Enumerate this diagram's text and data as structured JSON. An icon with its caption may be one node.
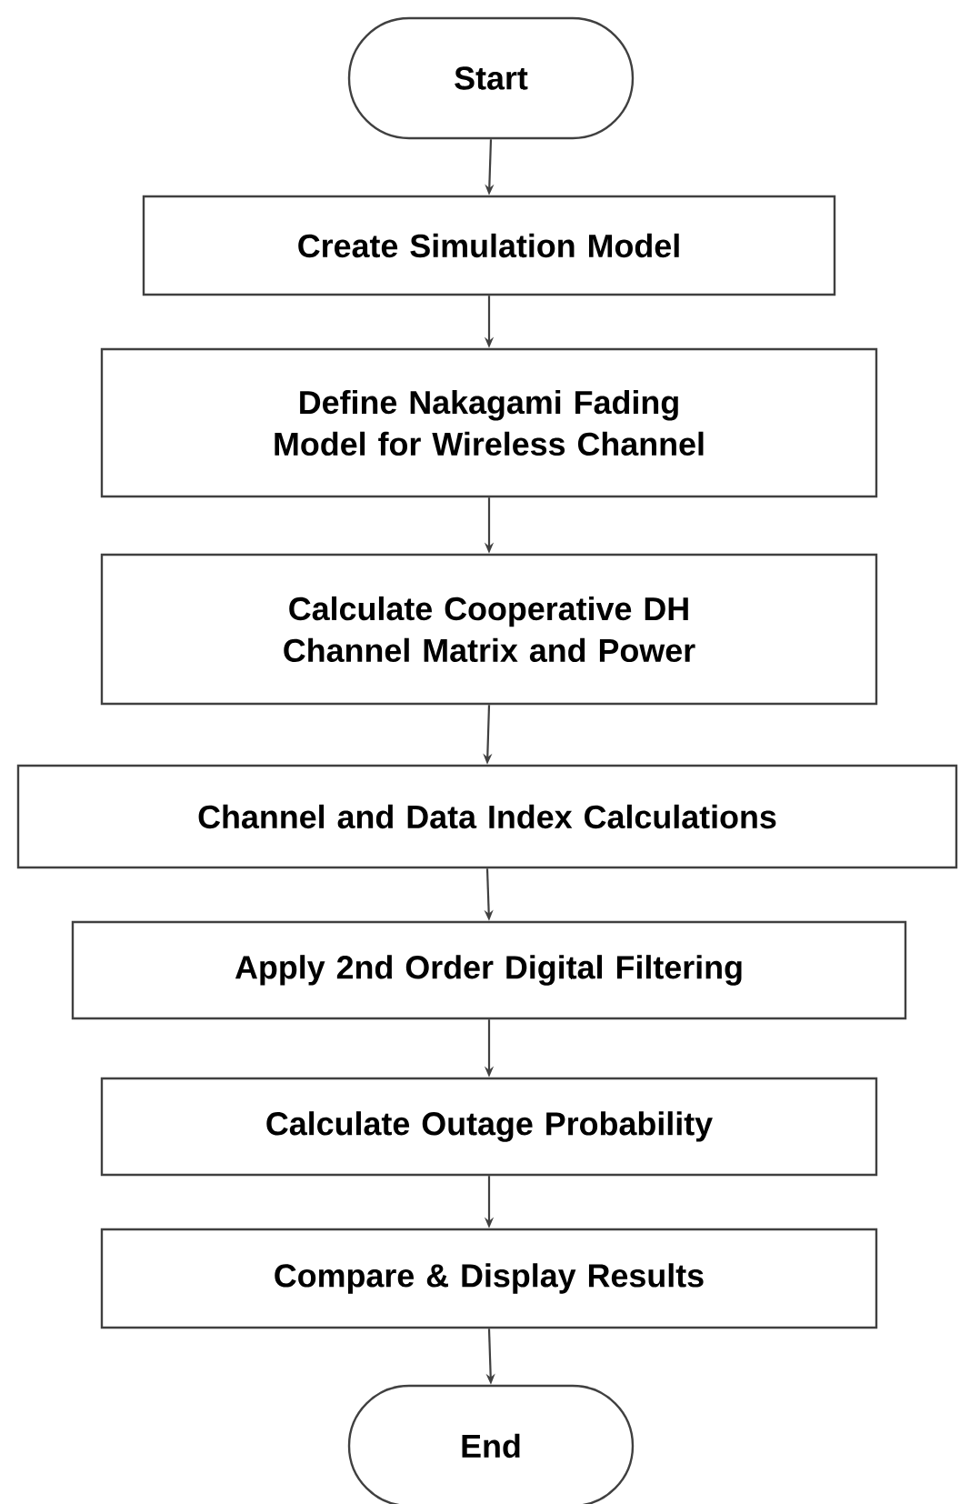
{
  "diagram": {
    "nodes": [
      {
        "text": [
          "Start"
        ]
      },
      {
        "text": [
          "Create Simulation Model"
        ]
      },
      {
        "text": [
          "Define Nakagami Fading Model for Wireless Channel"
        ]
      },
      {
        "text": [
          "Calculate Cooperative DH Channel Matrix and Power"
        ]
      },
      {
        "text": [
          "Channel and Data Index Calculations"
        ]
      },
      {
        "text": [
          "Apply 2nd Order Digital Filtering"
        ]
      },
      {
        "text": [
          "Calculate Outage Probability"
        ]
      },
      {
        "text": [
          "Compare & Display Results"
        ]
      },
      {
        "text": [
          "End"
        ]
      }
    ],
    "edges": [
      {
        "from": 0,
        "to": 1,
        "arrow": "to"
      },
      {
        "from": 1,
        "to": 2,
        "arrow": "to"
      },
      {
        "from": 2,
        "to": 3,
        "arrow": "to"
      },
      {
        "from": 3,
        "to": 4,
        "arrow": "to"
      },
      {
        "from": 4,
        "to": 5,
        "arrow": "to"
      },
      {
        "from": 5,
        "to": 6,
        "arrow": "to"
      },
      {
        "from": 6,
        "to": 7,
        "arrow": "to"
      },
      {
        "from": 7,
        "to": 8,
        "arrow": "to"
      }
    ]
  }
}
